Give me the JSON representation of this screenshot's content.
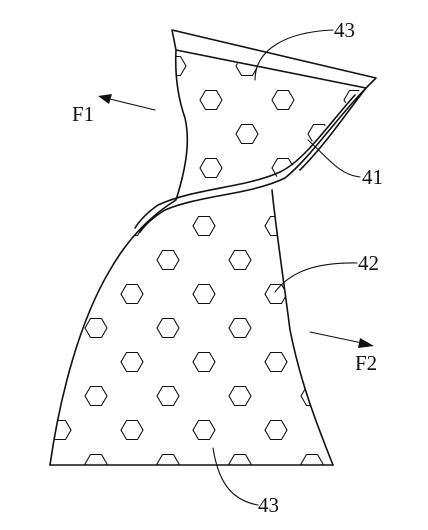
{
  "labels": {
    "top_ref": "43",
    "upper_panel_ref": "41",
    "lower_panel_ref": "42",
    "bottom_ref": "43",
    "force_left": "F1",
    "force_right": "F2"
  },
  "colors": {
    "line": "#111111",
    "background": "#ffffff"
  }
}
